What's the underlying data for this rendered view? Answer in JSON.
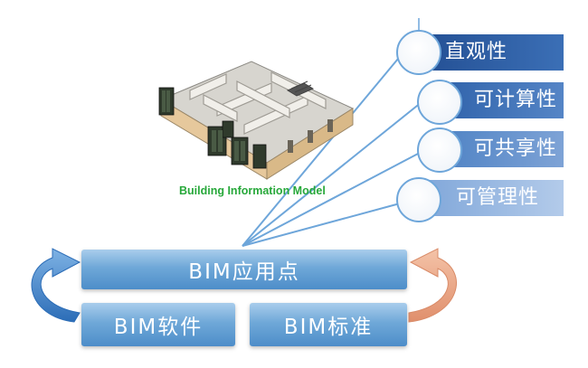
{
  "model": {
    "caption": "Building Information Model"
  },
  "properties": [
    {
      "label": "直观性"
    },
    {
      "label": "可计算性"
    },
    {
      "label": "可共享性"
    },
    {
      "label": "可管理性"
    }
  ],
  "blocks": {
    "application": "BIM应用点",
    "software": "BIM软件",
    "standard": "BIM标准"
  },
  "colors": {
    "bar_dark": "#2e62a8",
    "bar_mid": "#4f7fc0",
    "bar_light": "#92b4e0",
    "line": "#6ea6da",
    "arrow_left": "#4a8ad0",
    "arrow_right": "#e8a88a"
  }
}
